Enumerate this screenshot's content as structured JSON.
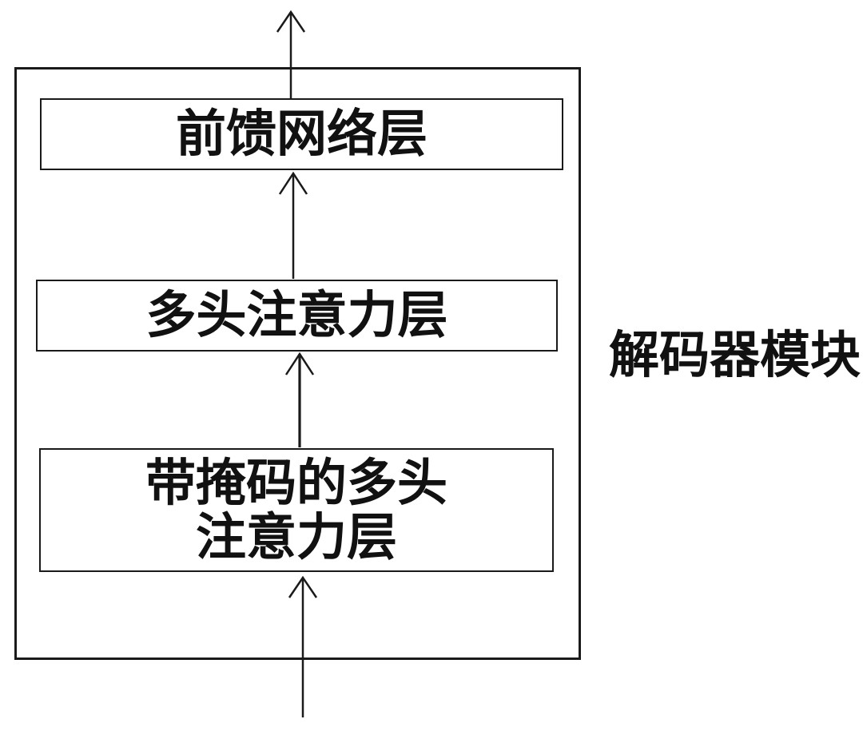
{
  "diagram": {
    "module_label": "解码器模块",
    "boxes": [
      {
        "name": "feed-forward-layer",
        "label": "前馈网络层"
      },
      {
        "name": "multi-head-attention-layer",
        "label": "多头注意力层"
      },
      {
        "name": "masked-multi-head-attention-layer",
        "label": "带掩码的多头\n注意力层"
      }
    ],
    "flow": {
      "direction": "bottom-to-top",
      "arrow_count": 4,
      "sequence": [
        "input",
        "masked-multi-head-attention-layer",
        "multi-head-attention-layer",
        "feed-forward-layer",
        "output"
      ]
    },
    "colors": {
      "line": "#1a1a1a",
      "background": "#ffffff",
      "text": "#111111"
    }
  }
}
